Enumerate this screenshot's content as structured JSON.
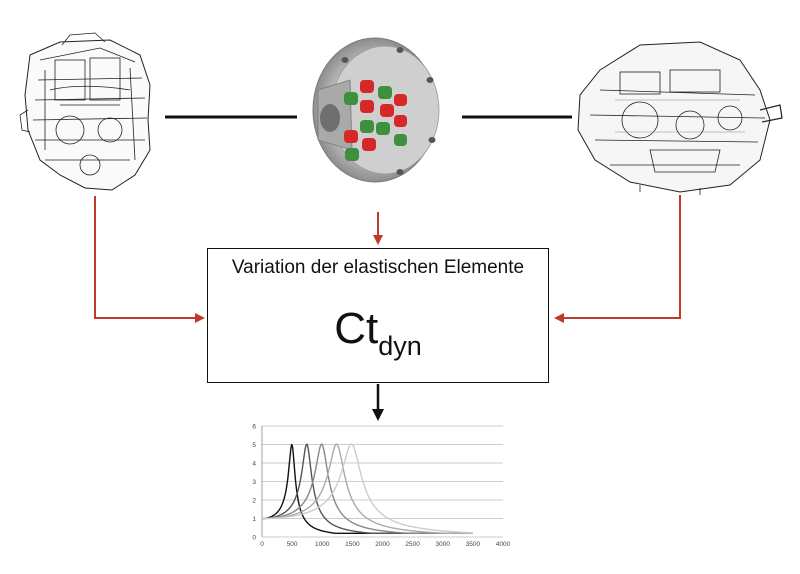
{
  "box": {
    "title": "Variation der elastischen Elemente",
    "formula_main": "Ct",
    "formula_sub": "dyn"
  },
  "images": {
    "engine": "engine-cutaway-drawing",
    "coupling": "elastic-coupling-render",
    "gearbox": "gearbox-cutaway-drawing"
  },
  "colors": {
    "arrow_red": "#c0392b",
    "connector": "#111111",
    "coupling_red": "#d62828",
    "coupling_green": "#3e8f3e",
    "flange": "#b9b9b9"
  },
  "chart_data": {
    "type": "line",
    "x_ticks": [
      0,
      500,
      1000,
      1500,
      2000,
      2500,
      3000,
      3500,
      4000
    ],
    "y_ticks": [
      0,
      1,
      2,
      3,
      4,
      5,
      6
    ],
    "xlim": [
      0,
      4000
    ],
    "ylim": [
      0,
      6
    ],
    "grid": "horizontal",
    "series": [
      {
        "color": "#111111",
        "peak_x": 500,
        "peak_y": 5,
        "end_x": 3500
      },
      {
        "color": "#555555",
        "peak_x": 750,
        "peak_y": 5,
        "end_x": 3500
      },
      {
        "color": "#888888",
        "peak_x": 1000,
        "peak_y": 5,
        "end_x": 3500
      },
      {
        "color": "#aaaaaa",
        "peak_x": 1250,
        "peak_y": 5,
        "end_x": 3500
      },
      {
        "color": "#cccccc",
        "peak_x": 1500,
        "peak_y": 5,
        "end_x": 3500
      }
    ]
  }
}
